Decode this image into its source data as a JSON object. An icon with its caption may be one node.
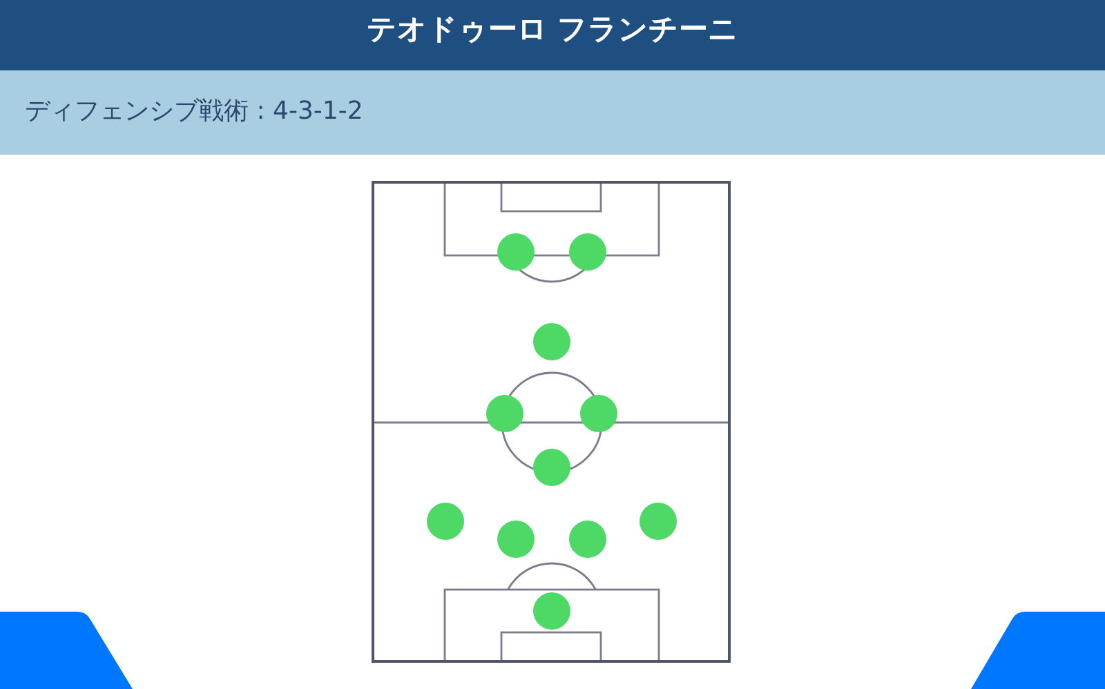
{
  "diagram": {
    "title": "テオドゥーロ フランチーニ",
    "nodes": [
      {
        "text": [
          "ディフェンシブ戦術 : 4-3-1-2"
        ]
      },
      {
        "text": [],
        "shape": "circle"
      },
      {
        "text": [],
        "shape": "circle"
      },
      {
        "text": [],
        "shape": "circle"
      },
      {
        "text": [],
        "shape": "circle"
      },
      {
        "text": [],
        "shape": "circle"
      },
      {
        "text": [],
        "shape": "circle"
      },
      {
        "text": [],
        "shape": "circle"
      },
      {
        "text": [],
        "shape": "circle"
      },
      {
        "text": [],
        "shape": "circle"
      },
      {
        "text": [],
        "shape": "circle"
      },
      {
        "text": [],
        "shape": "circle"
      }
    ]
  }
}
